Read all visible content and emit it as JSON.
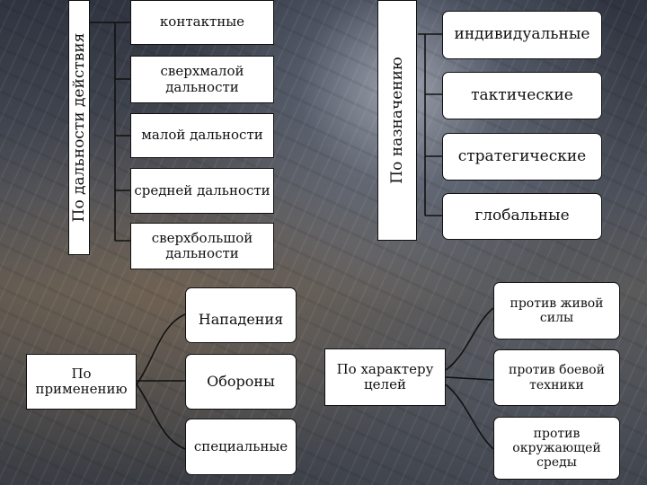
{
  "range_group": {
    "title": "По дальности действия",
    "items": [
      "контактные",
      "сверхмалой дальности",
      "малой дальности",
      "средней дальности",
      "сверхбольшой дальности"
    ]
  },
  "purpose_group": {
    "title": "По назначению",
    "items": [
      "индивидуальные",
      "тактические",
      "стратегические",
      "глобальные"
    ]
  },
  "application_group": {
    "title": "По применению",
    "items": [
      "Нападения",
      "Обороны",
      "специальные"
    ]
  },
  "target_group": {
    "title": "По характеру целей",
    "items": [
      "против живой силы",
      "против боевой техники",
      "против окружающей среды"
    ]
  }
}
